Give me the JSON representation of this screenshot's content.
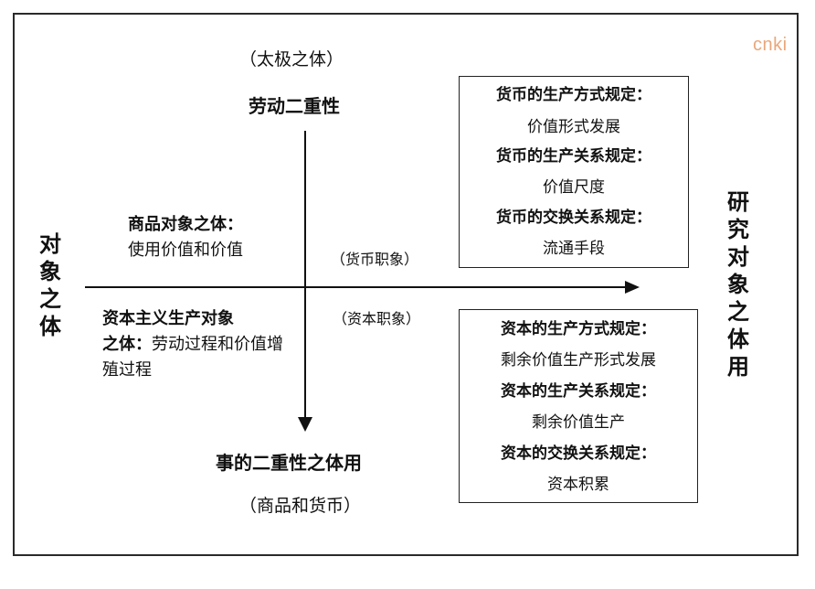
{
  "watermark": "cnki",
  "top": {
    "subtitle": "（太极之体）",
    "title": "劳动二重性"
  },
  "left_axis_label": [
    "对",
    "象",
    "之",
    "体"
  ],
  "right_axis_label": [
    "研",
    "究",
    "对",
    "象",
    "之",
    "体",
    "用"
  ],
  "left_upper": {
    "heading": "商品对象之体：",
    "body": "使用价值和价值"
  },
  "left_lower": {
    "heading": "资本主义生产对象",
    "body_lead": "之体：",
    "body_rest": "劳动过程和价值增殖过程"
  },
  "middle": {
    "upper": "（货币职象）",
    "lower": "（资本职象）"
  },
  "money_box": {
    "lines": [
      {
        "text": "货币的生产方式规定：",
        "bold": true
      },
      {
        "text": "价值形式发展",
        "bold": false
      },
      {
        "text": "货币的生产关系规定：",
        "bold": true
      },
      {
        "text": "价值尺度",
        "bold": false
      },
      {
        "text": "货币的交换关系规定：",
        "bold": true
      },
      {
        "text": "流通手段",
        "bold": false
      }
    ]
  },
  "capital_box": {
    "lines": [
      {
        "text": "资本的生产方式规定：",
        "bold": true
      },
      {
        "text": "剩余价值生产形式发展",
        "bold": false
      },
      {
        "text": "资本的生产关系规定：",
        "bold": true
      },
      {
        "text": "剩余价值生产",
        "bold": false
      },
      {
        "text": "资本的交换关系规定：",
        "bold": true
      },
      {
        "text": "资本积累",
        "bold": false
      }
    ]
  },
  "bottom": {
    "title": "事的二重性之体用",
    "subtitle": "（商品和货币）"
  }
}
